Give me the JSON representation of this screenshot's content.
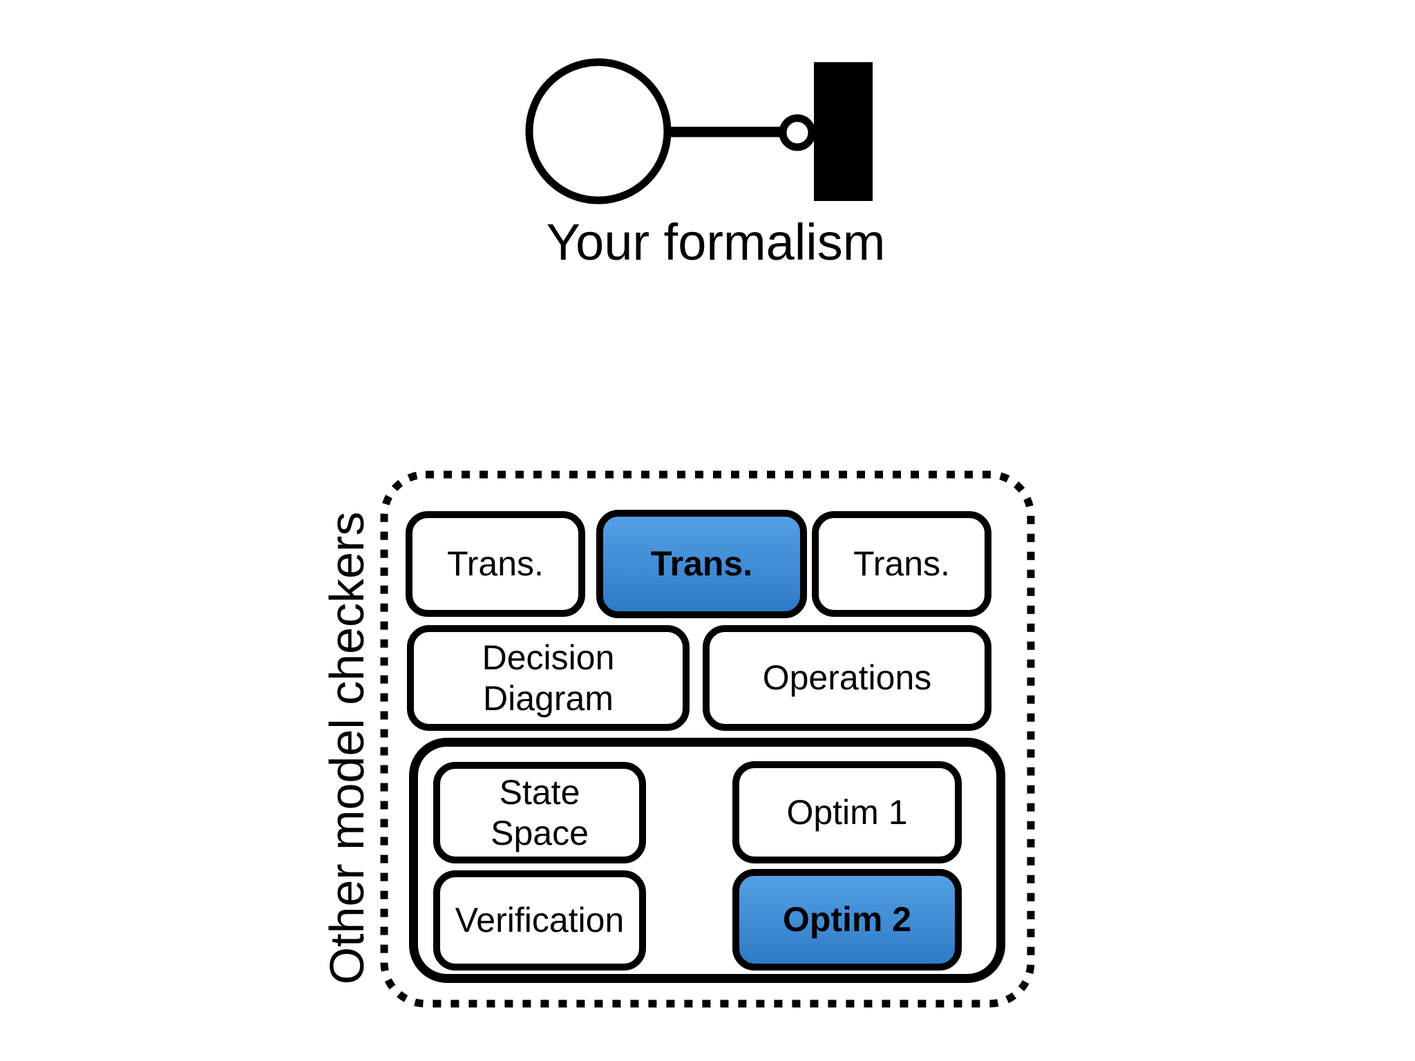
{
  "formalism": {
    "label": "Your formalism",
    "icon": "ball-and-socket-component-icon"
  },
  "checkers": {
    "label": "Other model checkers",
    "row1": [
      {
        "label": "Trans.",
        "highlight": false
      },
      {
        "label": "Trans.",
        "highlight": true
      },
      {
        "label": "Trans.",
        "highlight": false
      }
    ],
    "row2": [
      {
        "label": "Decision\nDiagram",
        "highlight": false
      },
      {
        "label": "Operations",
        "highlight": false
      }
    ],
    "pipeline": [
      {
        "label": "State\nSpace",
        "highlight": false
      },
      {
        "label": "Optim 1",
        "highlight": false
      },
      {
        "label": "Verification",
        "highlight": false
      },
      {
        "label": "Optim 2",
        "highlight": true
      }
    ]
  },
  "colors": {
    "highlight-top": "#54a0e6",
    "highlight-bottom": "#2e7ac5",
    "stroke": "#000000",
    "canvas-bg": "#ffffff"
  }
}
